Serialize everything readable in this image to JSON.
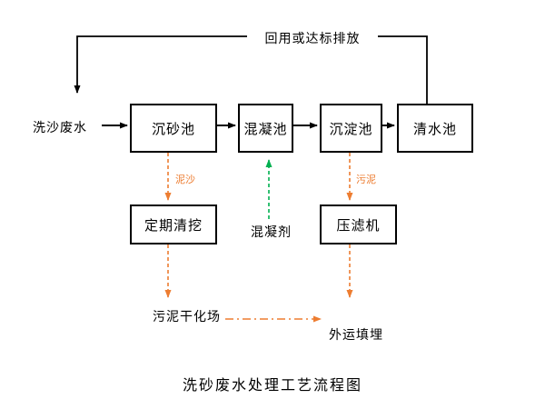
{
  "diagram": {
    "title": "洗砂废水处理工艺流程图",
    "return_label": "回用或达标排放",
    "influent_label": "洗沙废水",
    "nodes": {
      "grit": "沉砂池",
      "coagulation": "混凝池",
      "sedimentation": "沉淀池",
      "clearwater": "清水池",
      "cleaning": "定期清挖",
      "filterpress": "压滤机"
    },
    "labels": {
      "sediment": "泥沙",
      "sludge": "污泥",
      "coagulant": "混凝剂",
      "drying_field": "污泥干化场",
      "landfill": "外运填埋"
    },
    "colors": {
      "line": "#000000",
      "sludge_flow": "#ED7D31",
      "coagulant_flow": "#00B050"
    }
  }
}
